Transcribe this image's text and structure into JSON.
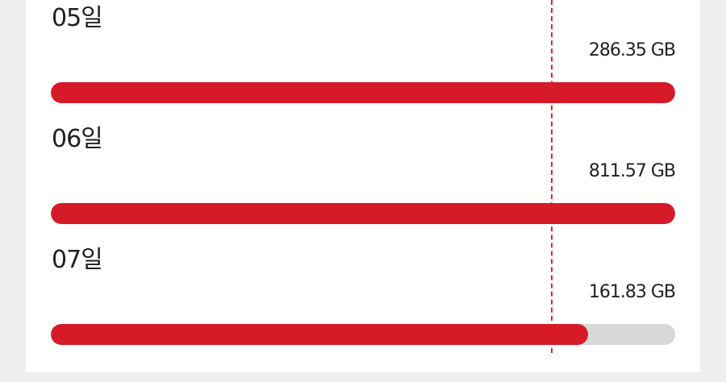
{
  "items": [
    {
      "label": "05일",
      "value": "286.35 GB",
      "fill_percent": 100
    },
    {
      "label": "06일",
      "value": "811.57 GB",
      "fill_percent": 100
    },
    {
      "label": "07일",
      "value": "161.83 GB",
      "fill_percent": 86
    }
  ],
  "colors": {
    "accent": "#d71a28",
    "track": "#d8d8d8",
    "text": "#222222",
    "background": "#eeeeee",
    "card": "#ffffff"
  }
}
